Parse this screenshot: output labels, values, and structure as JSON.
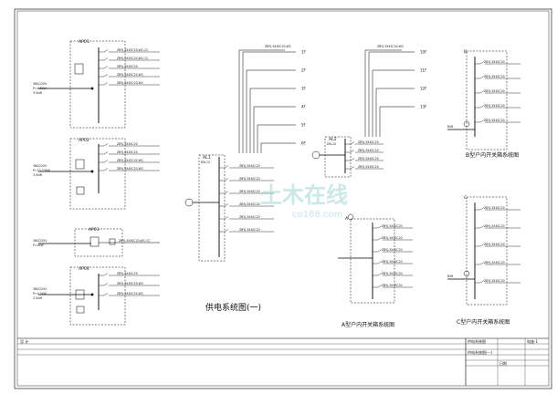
{
  "panels": {
    "ap01": {
      "id": "AP01",
      "supply": [
        "380/220V",
        "P=4.5kW",
        "3.5kW"
      ],
      "feeders": [
        "ZBYJ-3X4SC20-WC-CC",
        "ZBYJ-3X4SC20-WC-CC",
        "ZBYJ-3X4SC20",
        "ZBYJ-3X4SC20-WC",
        "ZBYJ-3X4SC20-WC"
      ]
    },
    "ap02": {
      "id": "AP02",
      "supply": [
        "380/220V",
        "P=13.23kW",
        "3.5kW"
      ],
      "feeders": [
        "ZBYJ-3X4SC20",
        "ZBYJ-3X4SC20",
        "ZBYJ-3X4SC20-WC",
        "ZBYJ-3X4SC20-WC"
      ]
    },
    "ap03": {
      "id": "AP03",
      "supply": [
        "380/220V",
        "P=4kW"
      ],
      "feeders": [
        "ZBYJ-3X4SC20-WC-CC"
      ]
    },
    "ap04": {
      "id": "AP04",
      "supply": [
        "380/220V",
        "P=4.2kW",
        "3.5kW"
      ],
      "feeders": [
        "ZBYJ-3X4SC20",
        "ZBYJ-3X4SC20-WC",
        "ZBYJ-3X4SC20-WC"
      ]
    },
    "al1": {
      "id": "AL1",
      "sub": "DN-12",
      "bus": "ZBYJ-3X4SC20-WC",
      "floors": [
        "1F",
        "2F",
        "3F",
        "4F",
        "5F",
        "6F"
      ],
      "feeders": [
        "ZBYJ-3X4SC20",
        "ZBYJ-3X4SC20",
        "ZBYJ-3X4SC20",
        "ZBYJ-3X4SC20",
        "ZBYJ-3X4SC20",
        "ZBYJ-3X4SC20"
      ]
    },
    "al2": {
      "id": "AL2",
      "sub": "DN-10",
      "bus": "ZBYJ-3X4SC20-WC",
      "floors": [
        "10F",
        "11F",
        "12F",
        "13F"
      ],
      "feeders": [
        "ZBYJ-3X4SC20",
        "ZBYJ-3X4SC20",
        "ZBYJ-3X4SC20",
        "ZBYJ-3X4SC20"
      ]
    },
    "b_box": {
      "id": "B",
      "feed": "BV6",
      "circuits": [
        "ZBYJ-3X4SC20",
        "ZBYJ-3X4SC20",
        "ZBYJ-3X4SC20",
        "ZBYJ-3X4SC20",
        "ZBYJ-3X4SC20"
      ]
    },
    "a_box": {
      "id": "A",
      "circuits": [
        "ZBYJ-3X4SC20",
        "ZBYJ-3X4SC20",
        "ZBYJ-3X4SC20",
        "ZBYJ-3X4SC20",
        "ZBYJ-3X4SC20",
        "ZBYJ-3X4SC20"
      ]
    },
    "c_box": {
      "id": "C",
      "feed": "BV6",
      "circuits": [
        "ZBYJ-3X4SC20",
        "ZBYJ-3X4SC20",
        "ZBYJ-3X4SC20",
        "ZBYJ-3X4SC20",
        "ZBYJ-3X4SC20"
      ]
    }
  },
  "captions": {
    "main": "供电系统图(一)",
    "b_box": "B型户内开关箱系统图",
    "a_box": "A型户内开关箱系统图",
    "c_box": "C型户内开关箱系统图"
  },
  "watermark": {
    "text": "土木在线",
    "url": "co188.com"
  },
  "title_block": {
    "top_left": "设 计",
    "sheet_no": "电施-1",
    "drawing_name": "供电系统图(一)",
    "unit": "供电系统图",
    "date": "日期"
  },
  "colors": {
    "line": "#000000",
    "watermark": "#9fd6d0"
  }
}
